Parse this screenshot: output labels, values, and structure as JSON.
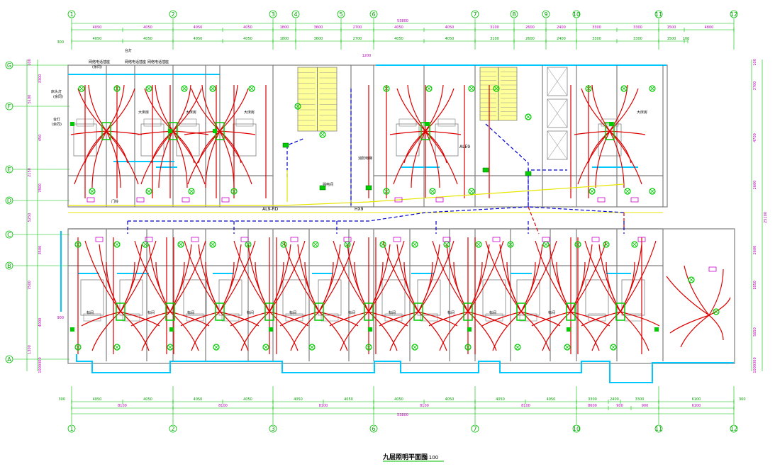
{
  "drawing": {
    "title": "九层照明平面图",
    "scale": "1:100"
  },
  "axes": {
    "vertical_top": [
      "1",
      "2",
      "3",
      "4",
      "5",
      "6",
      "7",
      "8",
      "9",
      "10",
      "11",
      "12"
    ],
    "vertical_bottom": [
      "1",
      "2",
      "3",
      "6",
      "7",
      "10",
      "11",
      "12"
    ],
    "horizontal_left": [
      "G",
      "F",
      "E",
      "D",
      "C",
      "B",
      "A"
    ]
  },
  "dimensions": {
    "top_overall": "53800",
    "top_row1": [
      "4050",
      "4050",
      "4050",
      "4050",
      "1800",
      "3600",
      "2700",
      "4050",
      "4050",
      "3100",
      "2600",
      "2400",
      "3300",
      "3300",
      "1500",
      "4800"
    ],
    "top_row2": [
      "300",
      "4050",
      "4050",
      "4050",
      "4050",
      "1800",
      "3600",
      "2700",
      "4050",
      "4050",
      "3100",
      "2600",
      "2400",
      "3300",
      "3300",
      "1500",
      "100"
    ],
    "bottom_row1": [
      "300",
      "4050",
      "4050",
      "4050",
      "4050",
      "4050",
      "4050",
      "4050",
      "4050",
      "4050",
      "4050",
      "3300",
      "2400",
      "3300",
      "6100",
      "300"
    ],
    "bottom_row2": [
      "8100",
      "8100",
      "8100",
      "8100",
      "8100",
      "8600",
      "900",
      "900",
      "6100"
    ],
    "bottom_overall": "53800",
    "left_pieces": [
      "100",
      "3300",
      "5100",
      "450",
      "2150",
      "7800",
      "5250",
      "3500",
      "7500",
      "4000",
      "1300",
      "1000300"
    ],
    "right_pieces": [
      "100",
      "3700",
      "4700",
      "2600",
      "25100",
      "2600",
      "1850",
      "5650",
      "1000300"
    ],
    "bottom_small": [
      "900",
      "1200"
    ]
  },
  "panels": {
    "al9_rd": "AL9-RD",
    "hx9": "HX9",
    "ale9": "ALE9"
  },
  "notes": {
    "n1": "网络电话插座",
    "n2": "(余同)",
    "n3": "床头灯",
    "n4": "台灯",
    "n5": "门铃",
    "n6": "大床房",
    "n7": "标间",
    "n8": "消防电梯",
    "n9": "强电间"
  },
  "colors": {
    "grid": "#00c000",
    "wall": "#7f7f7f",
    "glass": "#00c8ff",
    "wiring": "#dd0000",
    "trunk_blue": "#0000cc",
    "trunk_yellow": "#e6e600",
    "stair": "#ffff99",
    "fixture": "#00cc00",
    "socket": "#cc00cc"
  }
}
